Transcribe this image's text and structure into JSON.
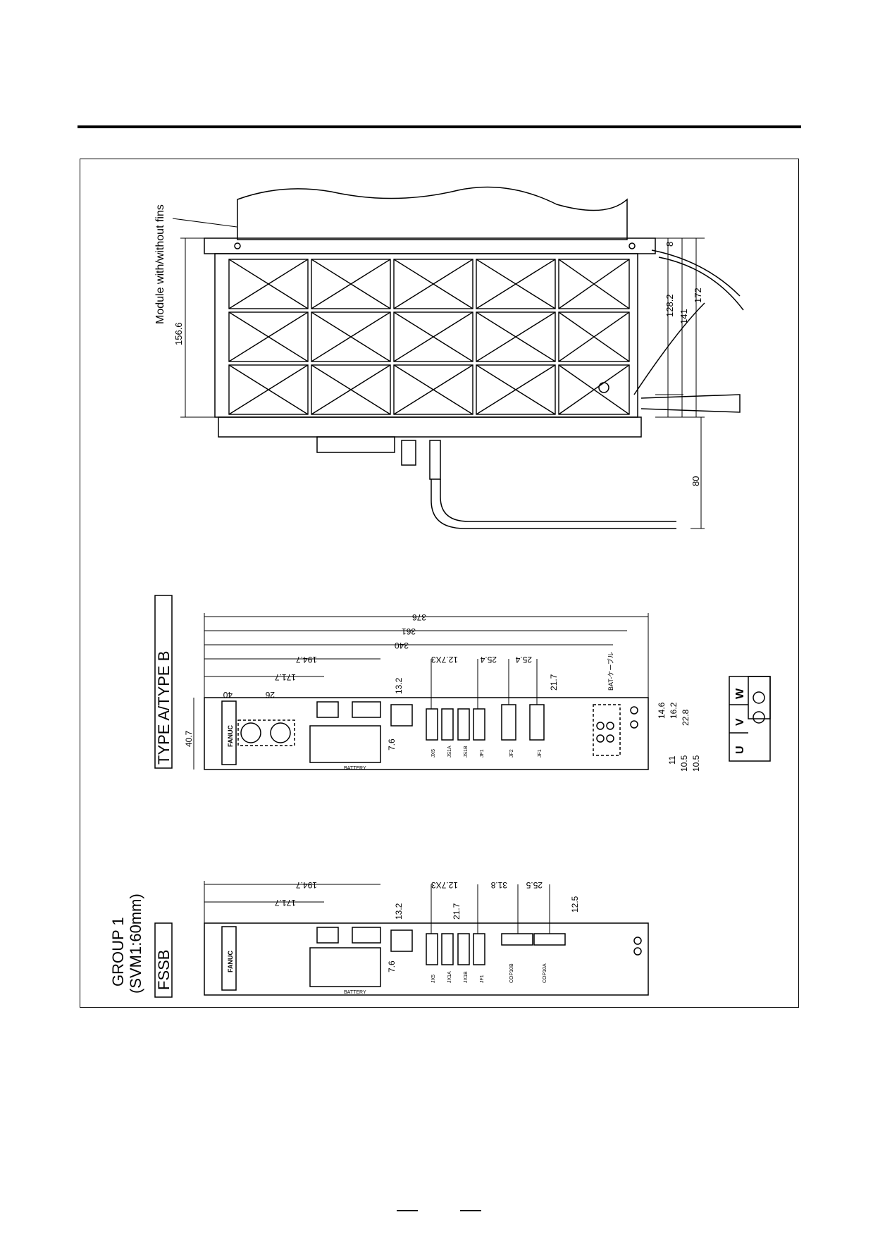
{
  "header": {
    "rule": true
  },
  "drawing": {
    "fins_caption": "Module with/without fins",
    "group_title_line1": "GROUP 1",
    "group_title_line2": "(SVM1:60mm)",
    "fssb_label": "FSSB",
    "type_label": "TYPE A/TYPE B",
    "brand": "FANUC",
    "battery_label": "BATTERY",
    "cable_label": "BAT-ケーブル",
    "terminal_labels": [
      "U",
      "V",
      "W"
    ],
    "connectors_typeab": [
      "JX5",
      "JS1A",
      "JS1B",
      "JF1",
      "JF2",
      "JF1"
    ],
    "connectors_fssb": [
      "JX5",
      "JX1A",
      "JX1B",
      "JF1",
      "COP10B",
      "COP10A"
    ],
    "dims_top": [
      "156.6",
      "8",
      "128.2",
      "141",
      "172",
      "80"
    ],
    "dims_typeab": [
      "376",
      "361",
      "340",
      "194.7",
      "171.7",
      "12.7X3",
      "25.4",
      "25.4",
      "21.7",
      "40",
      "26",
      "13.2",
      "40.7",
      "7.6",
      "14.6",
      "16.2",
      "22.8",
      "11",
      "10.5",
      "10.5"
    ],
    "dims_fssb": [
      "194.7",
      "171.7",
      "12.7X3",
      "31.8",
      "25.5",
      "21.7",
      "13.2",
      "12.5",
      "7.6"
    ],
    "line_color": "#000000"
  }
}
